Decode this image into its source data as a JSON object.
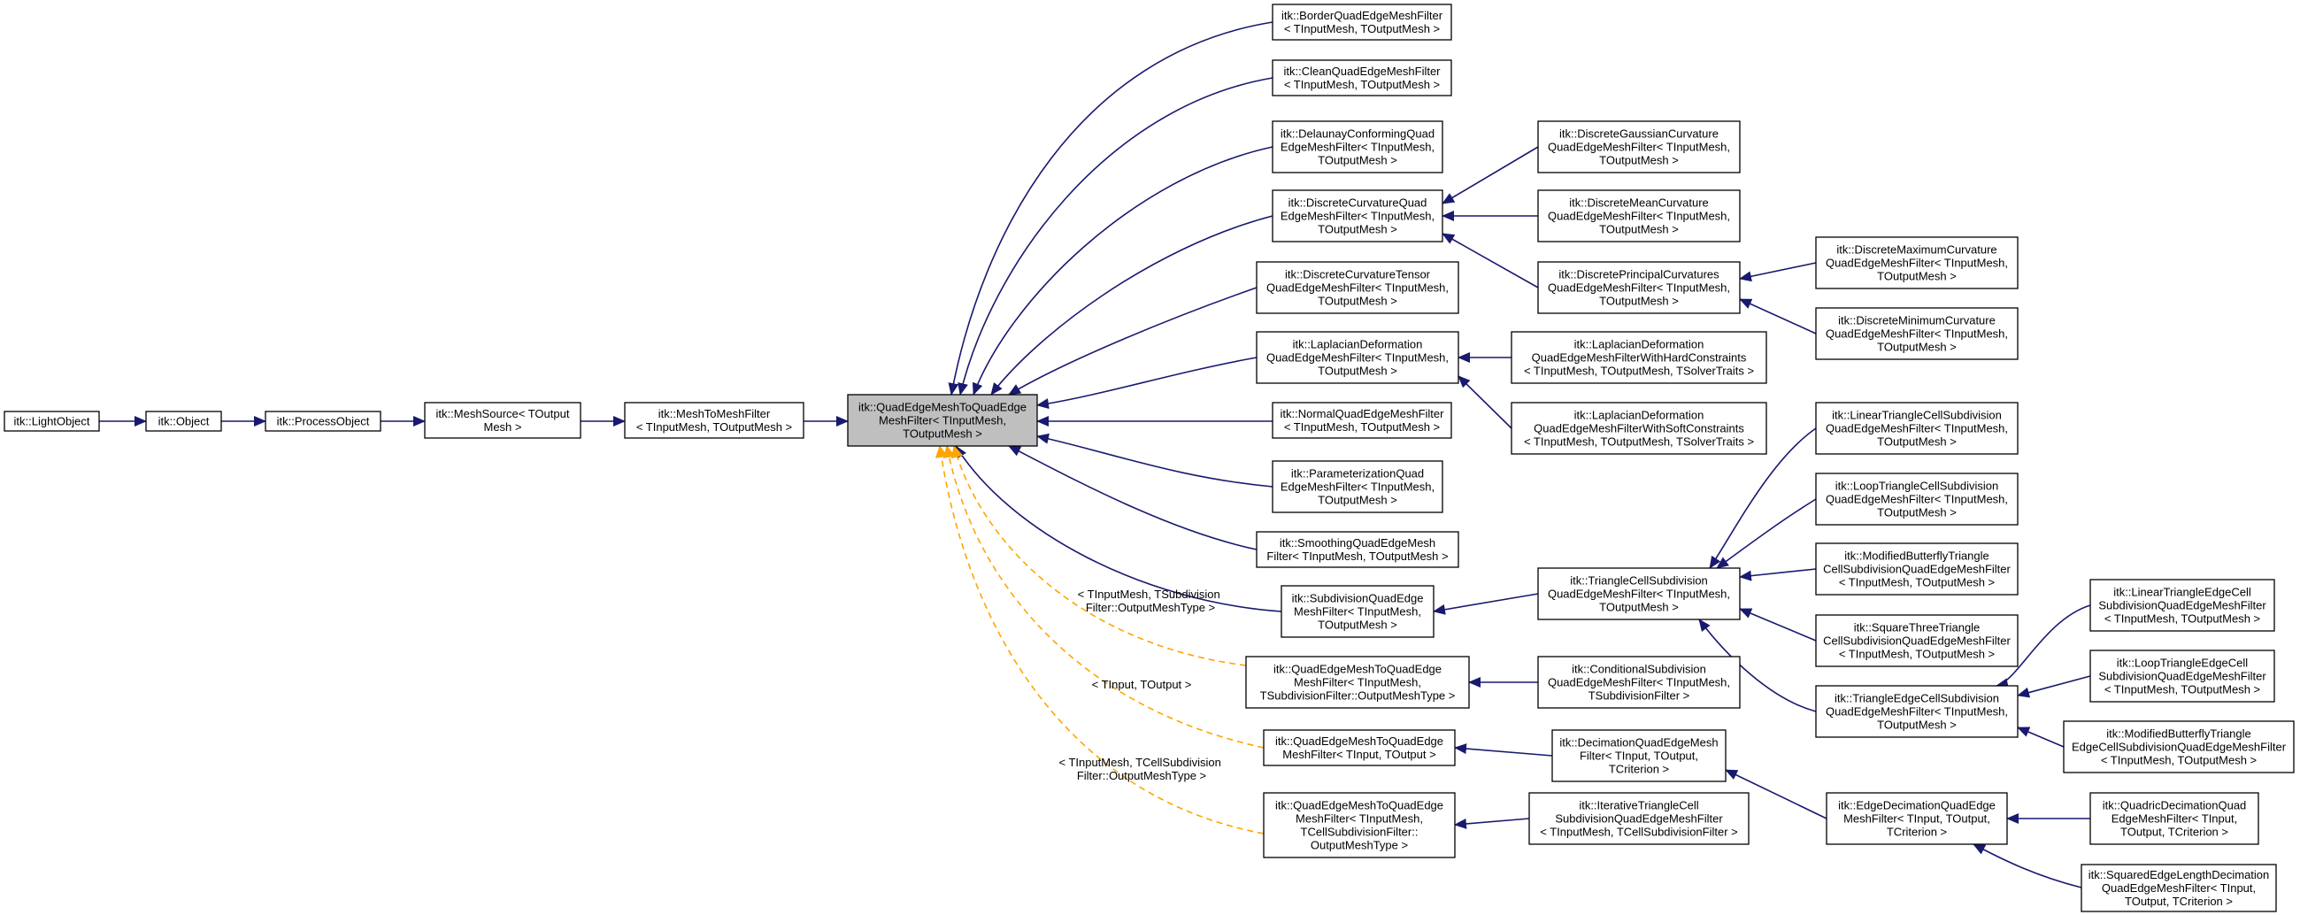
{
  "colors": {
    "inheritance_edge": "#191970",
    "template_edge": "#ffa500",
    "focus_node_fill": "#bfbfbf",
    "node_fill": "#ffffff",
    "node_stroke": "#000000"
  },
  "nodes": [
    {
      "id": "LightObject",
      "lines": [
        "itk::LightObject"
      ]
    },
    {
      "id": "Object",
      "lines": [
        "itk::Object"
      ]
    },
    {
      "id": "ProcessObject",
      "lines": [
        "itk::ProcessObject"
      ]
    },
    {
      "id": "MeshSource",
      "lines": [
        "itk::MeshSource< TOutput",
        "Mesh >"
      ]
    },
    {
      "id": "MeshToMeshFilter",
      "lines": [
        "itk::MeshToMeshFilter",
        "< TInputMesh, TOutputMesh >"
      ]
    },
    {
      "id": "QEM2QEM",
      "focus": true,
      "lines": [
        "itk::QuadEdgeMeshToQuadEdge",
        "MeshFilter< TInputMesh,",
        "TOutputMesh >"
      ]
    },
    {
      "id": "Border",
      "lines": [
        "itk::BorderQuadEdgeMeshFilter",
        "< TInputMesh, TOutputMesh >"
      ]
    },
    {
      "id": "Clean",
      "lines": [
        "itk::CleanQuadEdgeMeshFilter",
        "< TInputMesh, TOutputMesh >"
      ]
    },
    {
      "id": "Delaunay",
      "lines": [
        "itk::DelaunayConformingQuad",
        "EdgeMeshFilter< TInputMesh,",
        "TOutputMesh >"
      ]
    },
    {
      "id": "DiscreteCurv",
      "lines": [
        "itk::DiscreteCurvatureQuad",
        "EdgeMeshFilter< TInputMesh,",
        "TOutputMesh >"
      ]
    },
    {
      "id": "DiscreteTensor",
      "lines": [
        "itk::DiscreteCurvatureTensor",
        "QuadEdgeMeshFilter< TInputMesh,",
        "TOutputMesh >"
      ]
    },
    {
      "id": "Laplacian",
      "lines": [
        "itk::LaplacianDeformation",
        "QuadEdgeMeshFilter< TInputMesh,",
        "TOutputMesh >"
      ]
    },
    {
      "id": "Normal",
      "lines": [
        "itk::NormalQuadEdgeMeshFilter",
        "< TInputMesh, TOutputMesh >"
      ]
    },
    {
      "id": "Param",
      "lines": [
        "itk::ParameterizationQuad",
        "EdgeMeshFilter< TInputMesh,",
        "TOutputMesh >"
      ]
    },
    {
      "id": "Smoothing",
      "lines": [
        "itk::SmoothingQuadEdgeMesh",
        "Filter< TInputMesh, TOutputMesh >"
      ]
    },
    {
      "id": "Subdivision",
      "lines": [
        "itk::SubdivisionQuadEdge",
        "MeshFilter< TInputMesh,",
        "TOutputMesh >"
      ]
    },
    {
      "id": "QEM2QEM_Sub",
      "lines": [
        "itk::QuadEdgeMeshToQuadEdge",
        "MeshFilter< TInputMesh,",
        "TSubdivisionFilter::OutputMeshType >"
      ]
    },
    {
      "id": "QEM2QEM_In",
      "lines": [
        "itk::QuadEdgeMeshToQuadEdge",
        "MeshFilter< TInput, TOutput >"
      ]
    },
    {
      "id": "QEM2QEM_Cell",
      "lines": [
        "itk::QuadEdgeMeshToQuadEdge",
        "MeshFilter< TInputMesh,",
        "TCellSubdivisionFilter::",
        "OutputMeshType >"
      ]
    },
    {
      "id": "Gaussian",
      "lines": [
        "itk::DiscreteGaussianCurvature",
        "QuadEdgeMeshFilter< TInputMesh,",
        "TOutputMesh >"
      ]
    },
    {
      "id": "Mean",
      "lines": [
        "itk::DiscreteMeanCurvature",
        "QuadEdgeMeshFilter< TInputMesh,",
        "TOutputMesh >"
      ]
    },
    {
      "id": "Principal",
      "lines": [
        "itk::DiscretePrincipalCurvatures",
        "QuadEdgeMeshFilter< TInputMesh,",
        "TOutputMesh >"
      ]
    },
    {
      "id": "Maximum",
      "lines": [
        "itk::DiscreteMaximumCurvature",
        "QuadEdgeMeshFilter< TInputMesh,",
        "TOutputMesh >"
      ]
    },
    {
      "id": "Minimum",
      "lines": [
        "itk::DiscreteMinimumCurvature",
        "QuadEdgeMeshFilter< TInputMesh,",
        "TOutputMesh >"
      ]
    },
    {
      "id": "LapHard",
      "lines": [
        "itk::LaplacianDeformation",
        "QuadEdgeMeshFilterWithHardConstraints",
        "< TInputMesh, TOutputMesh, TSolverTraits >"
      ]
    },
    {
      "id": "LapSoft",
      "lines": [
        "itk::LaplacianDeformation",
        "QuadEdgeMeshFilterWithSoftConstraints",
        "< TInputMesh, TOutputMesh, TSolverTraits >"
      ]
    },
    {
      "id": "TriCell",
      "lines": [
        "itk::TriangleCellSubdivision",
        "QuadEdgeMeshFilter< TInputMesh,",
        "TOutputMesh >"
      ]
    },
    {
      "id": "Conditional",
      "lines": [
        "itk::ConditionalSubdivision",
        "QuadEdgeMeshFilter< TInputMesh,",
        "TSubdivisionFilter >"
      ]
    },
    {
      "id": "Decimation",
      "lines": [
        "itk::DecimationQuadEdgeMesh",
        "Filter< TInput, TOutput,",
        "TCriterion >"
      ]
    },
    {
      "id": "Iterative",
      "lines": [
        "itk::IterativeTriangleCell",
        "SubdivisionQuadEdgeMeshFilter",
        "< TInputMesh, TCellSubdivisionFilter >"
      ]
    },
    {
      "id": "LinearCell",
      "lines": [
        "itk::LinearTriangleCellSubdivision",
        "QuadEdgeMeshFilter< TInputMesh,",
        "TOutputMesh >"
      ]
    },
    {
      "id": "LoopCell",
      "lines": [
        "itk::LoopTriangleCellSubdivision",
        "QuadEdgeMeshFilter< TInputMesh,",
        "TOutputMesh >"
      ]
    },
    {
      "id": "ButterflyCell",
      "lines": [
        "itk::ModifiedButterflyTriangle",
        "CellSubdivisionQuadEdgeMeshFilter",
        "< TInputMesh, TOutputMesh >"
      ]
    },
    {
      "id": "SquareThree",
      "lines": [
        "itk::SquareThreeTriangle",
        "CellSubdivisionQuadEdgeMeshFilter",
        "< TInputMesh, TOutputMesh >"
      ]
    },
    {
      "id": "TriEdge",
      "lines": [
        "itk::TriangleEdgeCellSubdivision",
        "QuadEdgeMeshFilter< TInputMesh,",
        "TOutputMesh >"
      ]
    },
    {
      "id": "EdgeDecimation",
      "lines": [
        "itk::EdgeDecimationQuadEdge",
        "MeshFilter< TInput, TOutput,",
        "TCriterion >"
      ]
    },
    {
      "id": "LinearEdge",
      "lines": [
        "itk::LinearTriangleEdgeCell",
        "SubdivisionQuadEdgeMeshFilter",
        "< TInputMesh, TOutputMesh >"
      ]
    },
    {
      "id": "LoopEdge",
      "lines": [
        "itk::LoopTriangleEdgeCell",
        "SubdivisionQuadEdgeMeshFilter",
        "< TInputMesh, TOutputMesh >"
      ]
    },
    {
      "id": "ButterflyEdge",
      "lines": [
        "itk::ModifiedButterflyTriangle",
        "EdgeCellSubdivisionQuadEdgeMeshFilter",
        "< TInputMesh, TOutputMesh >"
      ]
    },
    {
      "id": "Quadric",
      "lines": [
        "itk::QuadricDecimationQuad",
        "EdgeMeshFilter< TInput,",
        "TOutput, TCriterion >"
      ]
    },
    {
      "id": "SquaredEdge",
      "lines": [
        "itk::SquaredEdgeLengthDecimation",
        "QuadEdgeMeshFilter< TInput,",
        "TOutput, TCriterion >"
      ]
    }
  ],
  "edge_labels": {
    "sub": [
      "< TInputMesh, TSubdivision",
      "Filter::OutputMeshType >"
    ],
    "in": [
      "< TInput, TOutput >"
    ],
    "cell": [
      "< TInputMesh, TCellSubdivision",
      "Filter::OutputMeshType >"
    ]
  }
}
